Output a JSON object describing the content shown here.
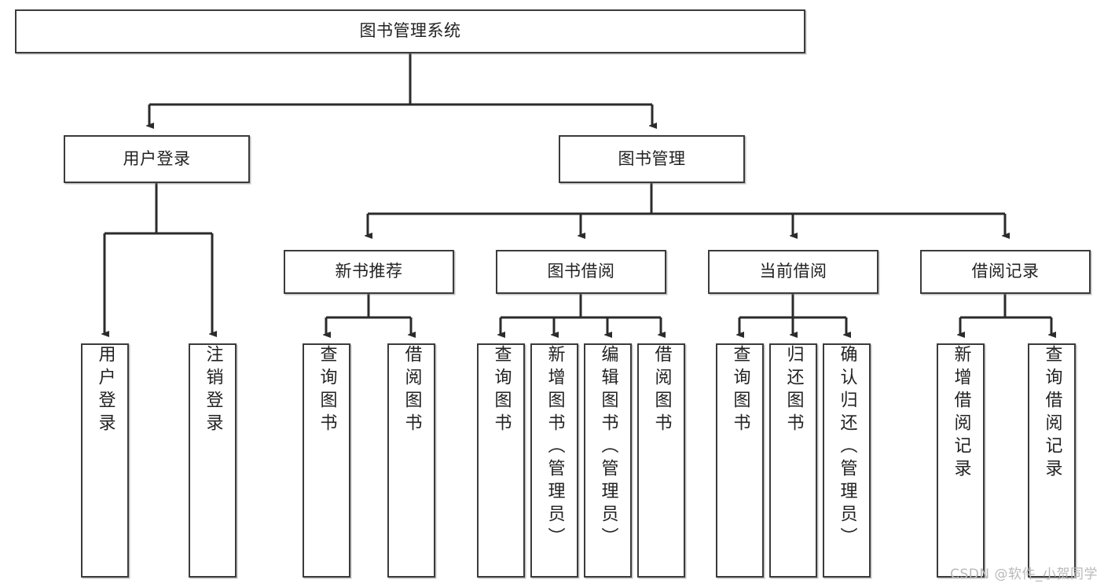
{
  "diagram": {
    "type": "tree",
    "title": "图书管理系统",
    "watermark": "CSDN @软件_小贺同学",
    "colors": {
      "box_border": "#3b3b3b",
      "box_fill": "#ffffff",
      "connector": "#2b2b2b",
      "text": "#222222",
      "watermark": "#b9b9b9"
    },
    "nodes": {
      "root": {
        "label": "图书管理系统",
        "orientation": "horizontal"
      },
      "l1": [
        {
          "id": "user-login",
          "label": "用户登录",
          "orientation": "horizontal"
        },
        {
          "id": "book-manage",
          "label": "图书管理",
          "orientation": "horizontal"
        }
      ],
      "l2": [
        {
          "id": "new-book-recommend",
          "label": "新书推荐",
          "orientation": "horizontal"
        },
        {
          "id": "book-borrow",
          "label": "图书借阅",
          "orientation": "horizontal"
        },
        {
          "id": "current-borrow",
          "label": "当前借阅",
          "orientation": "horizontal"
        },
        {
          "id": "borrow-record",
          "label": "借阅记录",
          "orientation": "horizontal"
        }
      ],
      "leaves": [
        {
          "id": "leaf-user-login",
          "label": "用户登录",
          "parent": "user-login",
          "orientation": "vertical"
        },
        {
          "id": "leaf-user-logout",
          "label": "注销登录",
          "parent": "user-login",
          "orientation": "vertical"
        },
        {
          "id": "leaf-query-book-1",
          "label": "查询图书",
          "parent": "new-book-recommend",
          "orientation": "vertical"
        },
        {
          "id": "leaf-borrow-book-1",
          "label": "借阅图书",
          "parent": "new-book-recommend",
          "orientation": "vertical"
        },
        {
          "id": "leaf-query-book-2",
          "label": "查询图书",
          "parent": "book-borrow",
          "orientation": "vertical"
        },
        {
          "id": "leaf-add-book",
          "label": "新增图书（管理员）",
          "parent": "book-borrow",
          "orientation": "vertical"
        },
        {
          "id": "leaf-edit-book",
          "label": "编辑图书（管理员）",
          "parent": "book-borrow",
          "orientation": "vertical"
        },
        {
          "id": "leaf-borrow-book-2",
          "label": "借阅图书",
          "parent": "book-borrow",
          "orientation": "vertical"
        },
        {
          "id": "leaf-query-book-3",
          "label": "查询图书",
          "parent": "current-borrow",
          "orientation": "vertical"
        },
        {
          "id": "leaf-return-book",
          "label": "归还图书",
          "parent": "current-borrow",
          "orientation": "vertical"
        },
        {
          "id": "leaf-confirm-return",
          "label": "确认归还（管理员）",
          "parent": "current-borrow",
          "orientation": "vertical"
        },
        {
          "id": "leaf-add-record",
          "label": "新增借阅记录",
          "parent": "borrow-record",
          "orientation": "vertical"
        },
        {
          "id": "leaf-query-record",
          "label": "查询借阅记录",
          "parent": "borrow-record",
          "orientation": "vertical"
        }
      ]
    }
  }
}
